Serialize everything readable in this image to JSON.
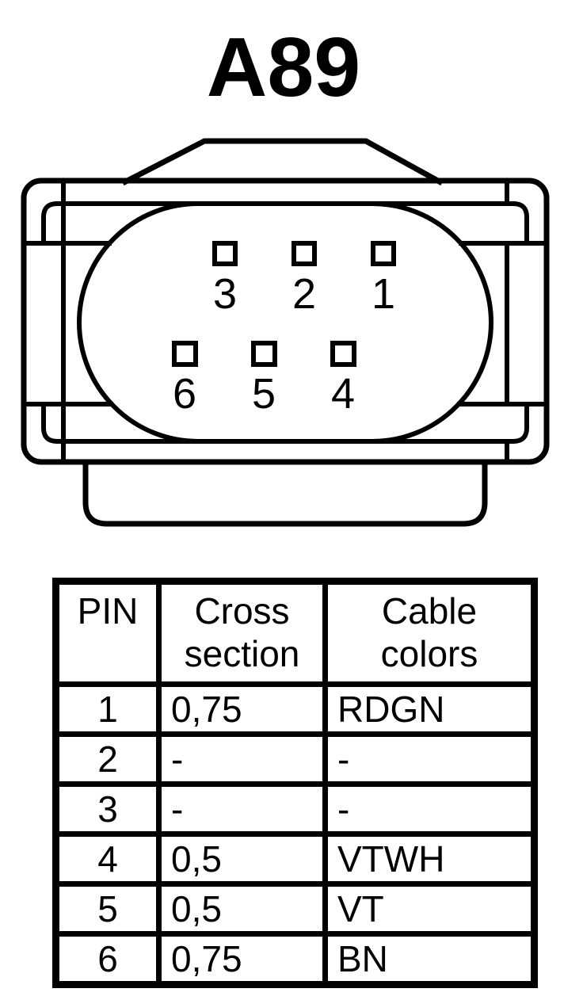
{
  "title": "A89",
  "connector": {
    "pin_labels_top_row": [
      "3",
      "2",
      "1"
    ],
    "pin_labels_bottom_row": [
      "6",
      "5",
      "4"
    ]
  },
  "table": {
    "headers": {
      "pin": "PIN",
      "cross_section": "Cross section",
      "cable_colors": "Cable colors"
    },
    "rows": [
      {
        "pin": "1",
        "cross_section": "0,75",
        "cable_color": "RDGN"
      },
      {
        "pin": "2",
        "cross_section": "-",
        "cable_color": "-"
      },
      {
        "pin": "3",
        "cross_section": "-",
        "cable_color": "-"
      },
      {
        "pin": "4",
        "cross_section": "0,5",
        "cable_color": "VTWH"
      },
      {
        "pin": "5",
        "cross_section": "0,5",
        "cable_color": "VT"
      },
      {
        "pin": "6",
        "cross_section": "0,75",
        "cable_color": "BN"
      }
    ]
  },
  "colors": {
    "line": "#000000",
    "background": "#ffffff"
  }
}
